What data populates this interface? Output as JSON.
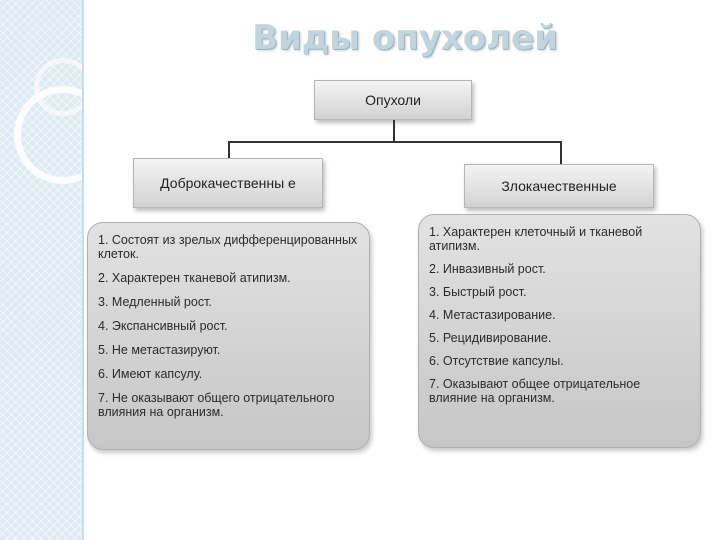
{
  "title": "Виды опухолей",
  "root": {
    "label": "Опухоли"
  },
  "benign": {
    "label": "Доброкачественны е",
    "items": [
      "1. Состоят из зрелых дифференцированных клеток.",
      "2.  Характерен тканевой атипизм.",
      "3. Медленный рост.",
      "4.  Экспансивный рост.",
      "5. Не метастазируют.",
      "6. Имеют капсулу.",
      "7. Не оказывают общего отрицательного влияния на организм."
    ]
  },
  "malignant": {
    "label": "Злокачественные",
    "items": [
      "1. Характерен клеточный и тканевой атипизм.",
      "2. Инвазивный рост.",
      "3. Быстрый рост.",
      "4. Метастазирование.",
      "5. Рецидивирование.",
      "6. Отсутствие капсулы.",
      "7. Оказывают общее отрицательное влияние на организм."
    ]
  },
  "colors": {
    "title": "#c2d5de",
    "strip": "#dcebf1",
    "node": "#d2d2d2",
    "panel": "#c6c6c6",
    "connector": "#333333"
  }
}
